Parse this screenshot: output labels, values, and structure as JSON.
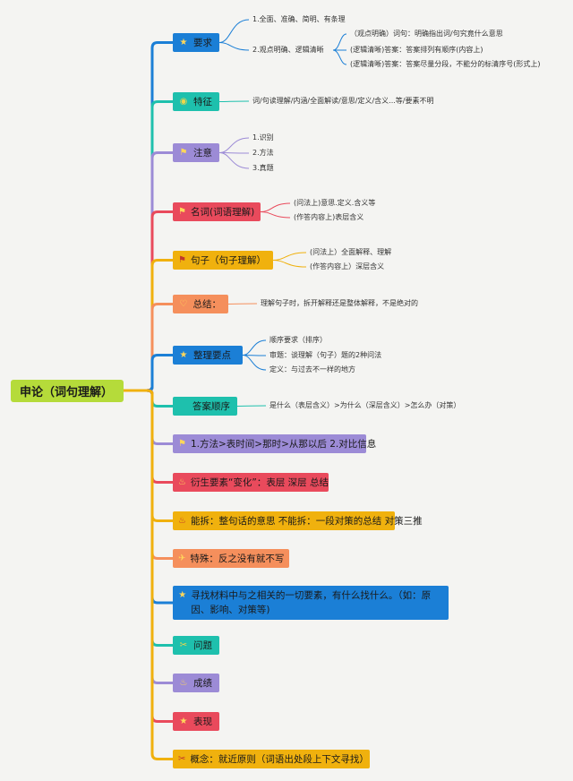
{
  "root": "申论（词句理解）",
  "colors": {
    "blue": "#1b7fd6",
    "teal": "#1ec0ad",
    "purple": "#9c8bd6",
    "red": "#e94a5c",
    "yellow": "#f0b10e",
    "orange": "#f58f5c",
    "root": "#b5db3a"
  },
  "branches": [
    {
      "label": "要求",
      "icon": "star-icon",
      "glyph": "★",
      "color": "blue",
      "children": [
        {
          "label": "1.全面、准确、简明、有条理"
        },
        {
          "label": "2.观点明确、逻辑清晰",
          "children": [
            {
              "label": "（观点明确）词句：明确指出词/句究竟什么意思"
            },
            {
              "label": "(逻辑清晰)答案：答案排列有顺序(内容上)"
            },
            {
              "label": "(逻辑清晰)答案：答案尽量分段，不能分的标清序号(形式上)"
            }
          ]
        }
      ]
    },
    {
      "label": "特征",
      "icon": "badge-icon",
      "glyph": "◉",
      "color": "teal",
      "children": [
        {
          "label": "词/句读理解/内涵/全面解读/意思/定义/含义...等/要素不明"
        }
      ]
    },
    {
      "label": "注意",
      "icon": "flag-icon",
      "glyph": "⚑",
      "color": "purple",
      "children": [
        {
          "label": "1.识别"
        },
        {
          "label": "2.方法"
        },
        {
          "label": "3.真题"
        }
      ]
    },
    {
      "label": "名词(词语理解)",
      "icon": "flag-icon",
      "glyph": "⚑",
      "color": "red",
      "children": [
        {
          "label": "(问法上)意思.定义.含义等"
        },
        {
          "label": "(作答内容上)表层含义"
        }
      ]
    },
    {
      "label": "句子（句子理解）",
      "icon": "flag-icon",
      "glyph": "⚑",
      "color": "yellow",
      "children": [
        {
          "label": "(问法上）全面解释、理解"
        },
        {
          "label": "(作答内容上）深层含义"
        }
      ]
    },
    {
      "label": "总结：",
      "icon": "heart-icon",
      "glyph": "♡",
      "color": "orange",
      "children": [
        {
          "label": "理解句子时，拆开解释还是整体解释，不是绝对的"
        }
      ]
    },
    {
      "label": "整理要点",
      "icon": "star-icon",
      "glyph": "★",
      "color": "blue",
      "children": [
        {
          "label": "顺序要求（排序）"
        },
        {
          "label": "审题：谈理解（句子）题的2种问法"
        },
        {
          "label": "定义：与过去不一样的地方"
        }
      ]
    },
    {
      "label": "答案顺序",
      "icon": "dot-icon",
      "glyph": "",
      "color": "teal",
      "children": [
        {
          "label": "是什么（表层含义）>为什么（深层含义）>怎么办（对策）"
        }
      ]
    },
    {
      "label": "1.方法>表时间>那时>从那以后 2.对比信息",
      "icon": "flag-icon",
      "glyph": "⚑",
      "color": "purple",
      "children": []
    },
    {
      "label": "衍生要素“变化”：表层 深层 总结",
      "icon": "fire-icon",
      "glyph": "♨",
      "color": "red",
      "children": []
    },
    {
      "label": "能拆：整句话的意思 不能拆：一段对策的总结 对策三推",
      "icon": "fire-icon",
      "glyph": "♨",
      "color": "yellow",
      "children": []
    },
    {
      "label": "特殊：反之没有就不写",
      "icon": "paper-plane-icon",
      "glyph": "✈",
      "color": "orange",
      "children": []
    },
    {
      "label": "寻找材料中与之相关的一切要素，有什么找什么。（如：原因、影响、对策等)",
      "icon": "star-icon",
      "glyph": "★",
      "color": "blue",
      "children": []
    },
    {
      "label": "问题",
      "icon": "tools-icon",
      "glyph": "✂",
      "color": "teal",
      "children": []
    },
    {
      "label": "成绩",
      "icon": "fire-icon",
      "glyph": "♨",
      "color": "purple",
      "children": []
    },
    {
      "label": "表现",
      "icon": "star-icon",
      "glyph": "★",
      "color": "red",
      "children": []
    },
    {
      "label": "概念：就近原则（词语出处段上下文寻找）",
      "icon": "tools-icon",
      "glyph": "✂",
      "color": "yellow",
      "children": []
    }
  ]
}
